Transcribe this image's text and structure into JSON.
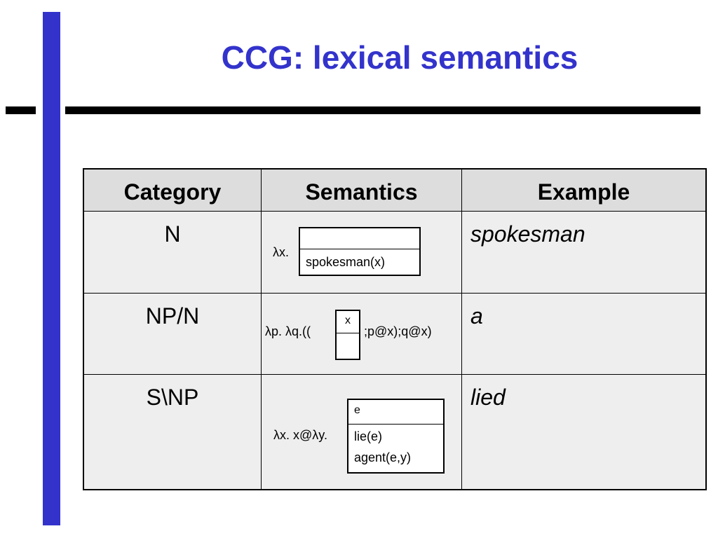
{
  "title": "CCG: lexical semantics",
  "table": {
    "headers": [
      "Category",
      "Semantics",
      "Example"
    ],
    "rows": [
      {
        "category": "N",
        "semantics": {
          "prefix": "λx.",
          "drs_top": "",
          "drs_conditions": [
            "spokesman(x)"
          ],
          "suffix": ""
        },
        "example": "spokesman"
      },
      {
        "category": "NP/N",
        "semantics": {
          "prefix": "λp. λq.((",
          "drs_top": "x",
          "drs_conditions": [
            ""
          ],
          "suffix": ";p@x);q@x)"
        },
        "example": "a"
      },
      {
        "category": "S\\NP",
        "semantics": {
          "prefix": "λx. x@λy.",
          "drs_top": "e",
          "drs_conditions": [
            "lie(e)",
            "agent(e,y)"
          ],
          "suffix": ""
        },
        "example": "lied"
      }
    ]
  }
}
